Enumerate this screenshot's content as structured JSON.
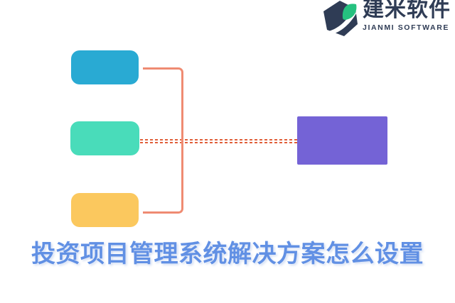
{
  "logo": {
    "brand_cn": "建米软件",
    "brand_en": "JIANMI SOFTWARE"
  },
  "title": {
    "text": "投资项目管理系统解决方案怎么设置"
  },
  "diagram": {
    "nodes": [
      {
        "id": "top",
        "color": "#29aad3"
      },
      {
        "id": "middle",
        "color": "#49dcba"
      },
      {
        "id": "bottom",
        "color": "#fbc85e"
      },
      {
        "id": "result",
        "color": "#7463d6"
      }
    ],
    "connector_style": "bracket-solid-plus-double-dashed"
  },
  "colors": {
    "node-top": "#29aad3",
    "node-middle": "#49dcba",
    "node-bottom": "#fbc85e",
    "node-result": "#7463d6",
    "connector": "#ef8b72",
    "connector-dash": "#e05f39",
    "title": "#6190e4",
    "logo-navy": "#2f3c55",
    "logo-green": "#25c17f"
  }
}
